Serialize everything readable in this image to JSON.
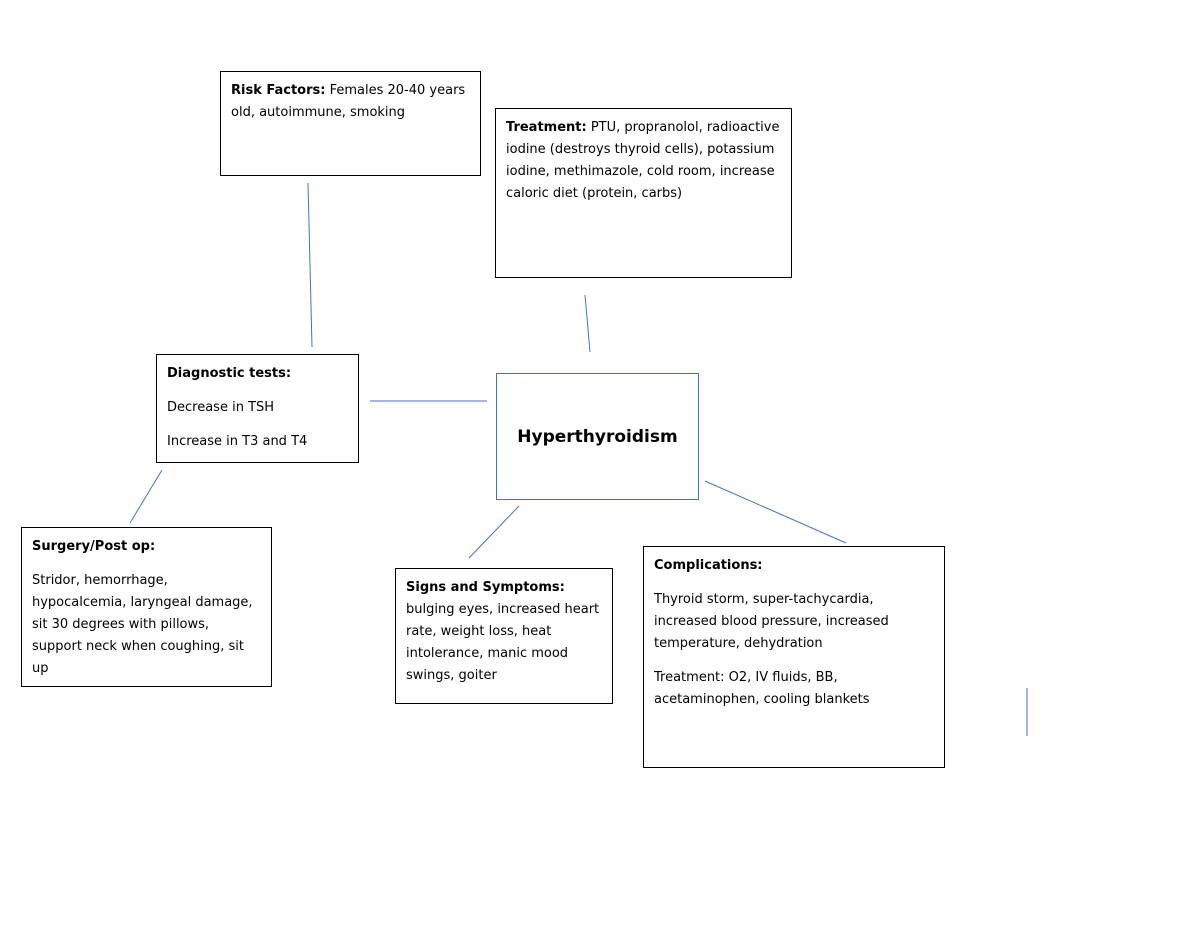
{
  "center": {
    "title": "Hyperthyroidism"
  },
  "risk": {
    "heading": "Risk Factors:",
    "text": " Females 20-40 years old, autoimmune, smoking"
  },
  "treatment": {
    "heading": "Treatment:",
    "text": " PTU, propranolol, radioactive iodine (destroys thyroid cells), potassium iodine, methimazole, cold room, increase caloric diet (protein, carbs)"
  },
  "diagnostic": {
    "heading": "Diagnostic tests:",
    "line1": "Decrease in TSH",
    "line2": "Increase in T3 and T4"
  },
  "surgery": {
    "heading": "Surgery/Post op:",
    "text": "Stridor, hemorrhage, hypocalcemia, laryngeal damage, sit 30 degrees with pillows, support neck when coughing, sit up"
  },
  "signs": {
    "heading": "Signs and Symptoms:",
    "text": "bulging eyes, increased heart rate, weight loss, heat intolerance, manic mood swings, goiter"
  },
  "complications": {
    "heading": "Complications:",
    "text1": "Thyroid storm, super-tachycardia, increased blood pressure, increased temperature, dehydration",
    "text2": "Treatment: O2, IV fluids, BB, acetaminophen, cooling blankets"
  },
  "colors": {
    "connector": "#4472c4",
    "border": "#000000"
  }
}
